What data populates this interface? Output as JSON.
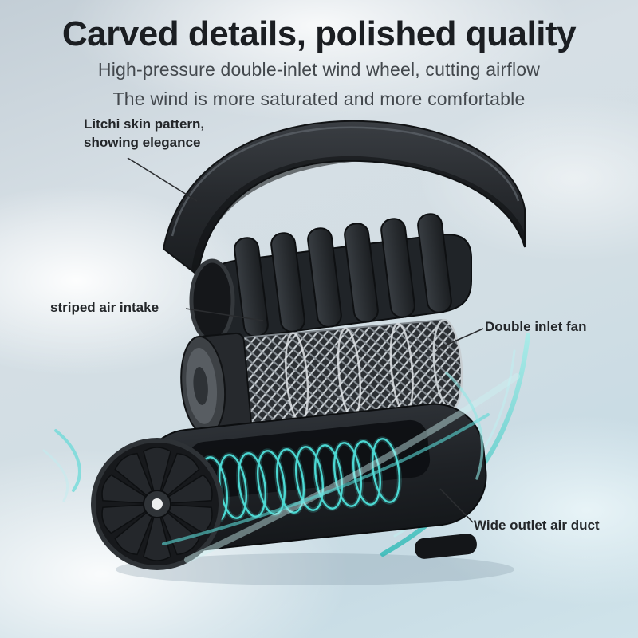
{
  "page": {
    "title": "Carved details, polished quality",
    "subtitle1": "High-pressure double-inlet wind wheel, cutting airflow",
    "subtitle2": "The wind is more saturated and more comfortable"
  },
  "callouts": {
    "litchi_line1": "Litchi skin pattern,",
    "litchi_line2": "showing elegance",
    "striped_intake": "striped air intake",
    "double_inlet_fan": "Double inlet fan",
    "wide_outlet": "Wide outlet air duct"
  },
  "colors": {
    "accent_teal": "#3fd4cf",
    "product_dark": "#212428",
    "text_dark": "#1b1e22",
    "text_grey": "#43484d"
  }
}
